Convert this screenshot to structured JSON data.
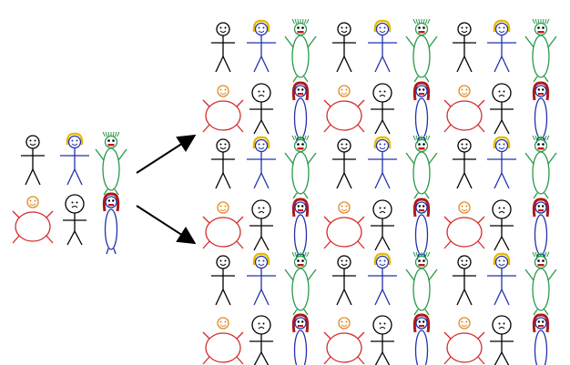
{
  "figure": {
    "description_visible_text": [],
    "base_group": {
      "rows": [
        [
          "plain",
          "blonde",
          "spiky"
        ],
        [
          "round",
          "sad",
          "redhair"
        ]
      ]
    },
    "arrows": [
      "to-upper-grid",
      "to-lower-grid"
    ],
    "replicated_grid": {
      "row_pattern": [
        [
          "plain",
          "blonde",
          "spiky",
          "plain",
          "blonde",
          "spiky",
          "plain",
          "blonde",
          "spiky"
        ],
        [
          "round",
          "sad",
          "redhair",
          "round",
          "sad",
          "redhair",
          "round",
          "sad",
          "redhair"
        ]
      ],
      "row_types": [
        "a",
        "b",
        "a",
        "b",
        "a",
        "b"
      ]
    },
    "colors": {
      "plain": "#000000",
      "blonde_body": "#2233aa",
      "blonde_hair": "#e8b800",
      "spiky": "#2a9a4a",
      "round": "#d42a2a",
      "round_head": "#e08a20",
      "sad": "#000000",
      "redhair_body": "#2233aa",
      "redhair_hair": "#b01818",
      "arrow": "#000000"
    }
  }
}
